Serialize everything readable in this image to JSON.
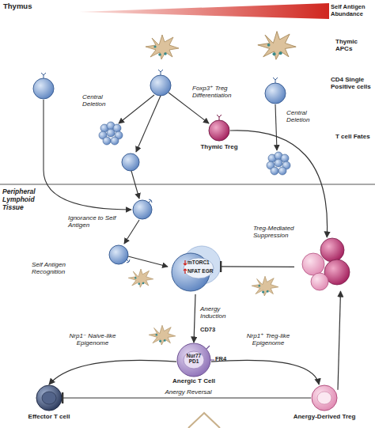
{
  "diagram": {
    "nodes": [
      {
        "text": [
          "Thymic Treg"
        ]
      },
      {
        "text": [
          "mTORC1",
          "NFAT EGR"
        ]
      },
      {
        "text": [
          "Treg-Mediated Suppression"
        ]
      },
      {
        "text": [
          "CD73",
          "Nur77 PD1",
          "FR4",
          "Anergic T Cell"
        ]
      },
      {
        "text": [
          "Effector T cell"
        ]
      },
      {
        "text": [
          "Anergy-Derived Treg"
        ]
      }
    ],
    "edges": [
      {
        "from": 0,
        "to": 2,
        "arrow": "to"
      },
      {
        "from": 2,
        "to": 1,
        "arrow": "to"
      },
      {
        "from": 1,
        "to": 3,
        "label": "Anergy Induction",
        "arrow": "to"
      },
      {
        "from": 3,
        "to": 4,
        "label": "Nrp1⁻ Naive-like Epigenome",
        "arrow": "to"
      },
      {
        "from": 3,
        "to": 5,
        "label": "Nrp1⁺ Treg-like Epigenome",
        "arrow": "to"
      },
      {
        "from": 5,
        "to": 2,
        "arrow": "to"
      },
      {
        "from": 5,
        "to": 4,
        "label": "Anergy Reversal",
        "arrow": "to"
      }
    ],
    "labels": [
      "Thymus",
      "Self Antigen Abundance",
      "Thymic APCs",
      "CD4 Single Positive cells",
      "Central Deletion",
      "Foxp3⁺ Treg Differentiation",
      "Central Deletion",
      "T cell Fates",
      "Peripheral Lymphoid Tissue",
      "Ignorance to Self Antigen",
      "Self Antigen Recognition"
    ]
  }
}
